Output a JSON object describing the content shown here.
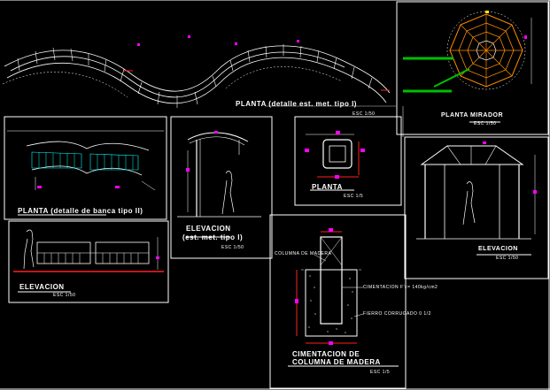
{
  "drawing": {
    "planta_curva": "PLANTA (detalle est. met. tipo I)",
    "planta_curva_scale": "ESC 1/50",
    "planta_banca": "PLANTA (detalle de banca tipo II)",
    "elevacion_banca": "ELEVACION",
    "elevacion_banca_scale": "ESC 1/50",
    "elevacion_met_line1": "ELEVACION",
    "elevacion_met_line2": "(est. met. tipo I)",
    "elevacion_met_scale": "ESC 1/50",
    "planta_col": "PLANTA",
    "planta_col_scale": "ESC 1/5",
    "planta_mirador": "PLANTA MIRADOR",
    "planta_mirador_scale": "ESC 1/50",
    "elevacion_mirador": "ELEVACION",
    "elevacion_mirador_scale": "ESC 1/50",
    "cimentacion_line1": "CIMENTACION DE",
    "cimentacion_line2": "COLUMNA DE MADERA",
    "cimentacion_scale": "ESC 1/5",
    "columna_de_madera": "COLUMNA DE MADERA",
    "cimentacion_note": "CIMENTACION F'c= 140kg/cm2",
    "fierro_note": "FIERRO CORRUGADO 0 1/2"
  },
  "colors": {
    "background": "#000000",
    "line": "#ffffff",
    "accent_red": "#ff2020",
    "accent_magenta": "#ff00ff",
    "accent_yellow": "#ffff00",
    "accent_green": "#00c000",
    "accent_cyan": "#00ffff"
  }
}
